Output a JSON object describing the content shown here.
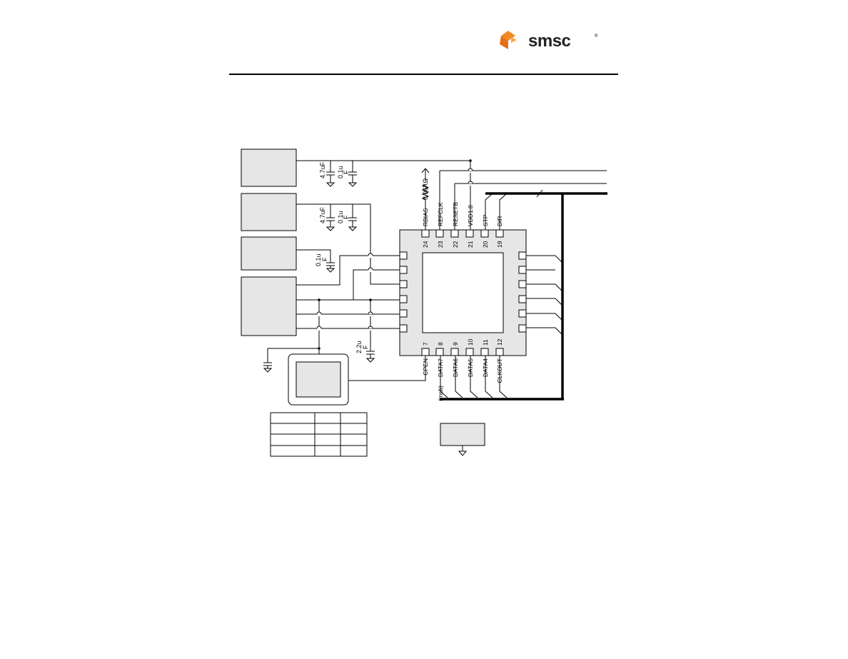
{
  "header": {
    "logo_text": "smsc",
    "logo_mark": "®",
    "logo_accent": "#f28a24"
  },
  "schematic": {
    "top_pins": [
      {
        "num": "24",
        "name": "RBIAS"
      },
      {
        "num": "23",
        "name": "REFCLK"
      },
      {
        "num": "22",
        "name": "RESETB"
      },
      {
        "num": "21",
        "name": "VDD1.8"
      },
      {
        "num": "20",
        "name": "STP"
      },
      {
        "num": "19",
        "name": "DIR"
      }
    ],
    "bottom_pins": [
      {
        "num": "7",
        "name": "CPEN"
      },
      {
        "num": "8",
        "name": "DATA7"
      },
      {
        "num": "9",
        "name": "DATA6"
      },
      {
        "num": "10",
        "name": "DATA5"
      },
      {
        "num": "11",
        "name": "DATA4"
      },
      {
        "num": "12",
        "name": "CLKOUT"
      }
    ],
    "msb_label": "(msb)",
    "resistor_label": "8.06KΩ",
    "caps": {
      "c1": "4.7uF",
      "c2_line1": "0.1u",
      "c2_line2": "F",
      "c3": "4.7uF",
      "c4_line1": "0.1u",
      "c4_line2": "F",
      "c5_line1": "0.1u",
      "c5_line2": "F",
      "c6_line1": "2.2u",
      "c6_line2": "F"
    }
  }
}
